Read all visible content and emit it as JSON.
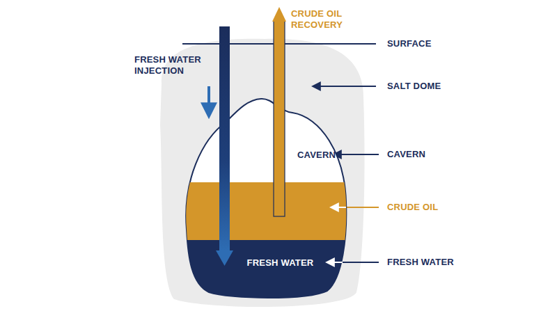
{
  "diagram": {
    "nodes": [
      {
        "text": [
          "CAVERN"
        ]
      },
      {
        "text": [
          "FRESH WATER"
        ],
        "in": 0
      }
    ],
    "labels": [
      "CRUDE OIL RECOVERY",
      "SURFACE",
      "FRESH WATER INJECTION",
      "SALT DOME",
      "CAVERN",
      "CRUDE OIL",
      "FRESH WATER"
    ]
  }
}
